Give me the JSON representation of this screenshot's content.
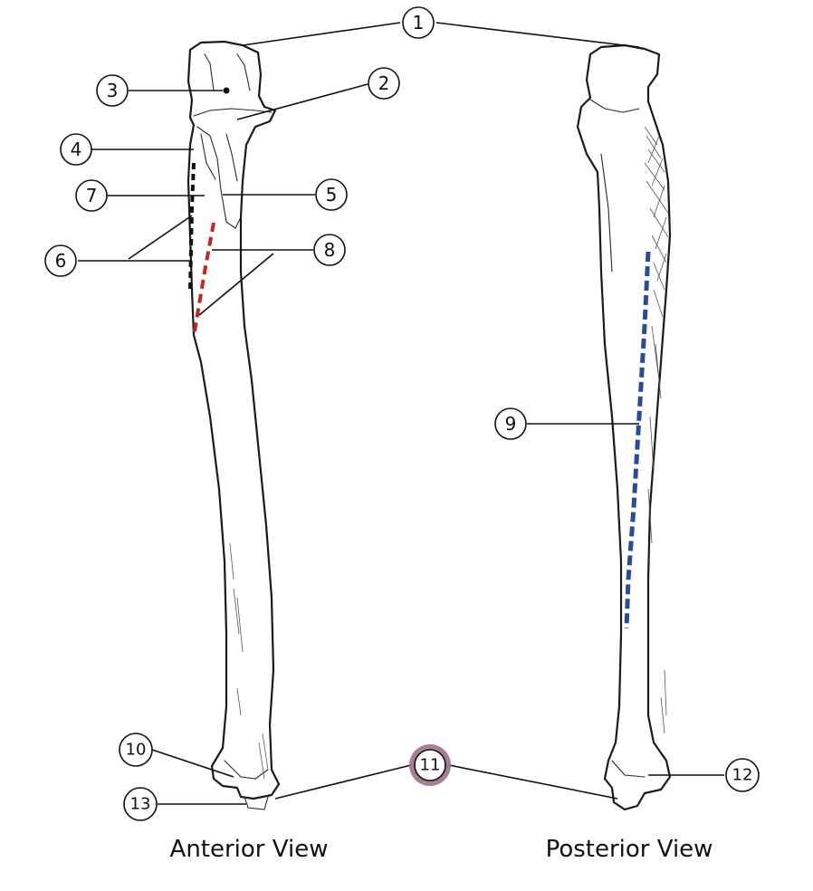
{
  "callouts": [
    "1",
    "2",
    "3",
    "4",
    "5",
    "6",
    "7",
    "8",
    "9",
    "10",
    "11",
    "12",
    "13"
  ],
  "views": {
    "anterior": "Anterior View",
    "posterior": "Posterior View"
  },
  "colors": {
    "highlight_callout_fill": "#9b6f88",
    "anterior_red_dashes": "#c0262a",
    "anterior_black_dashes": "#111111",
    "posterior_blue_dashes": "#2c4a9a"
  }
}
